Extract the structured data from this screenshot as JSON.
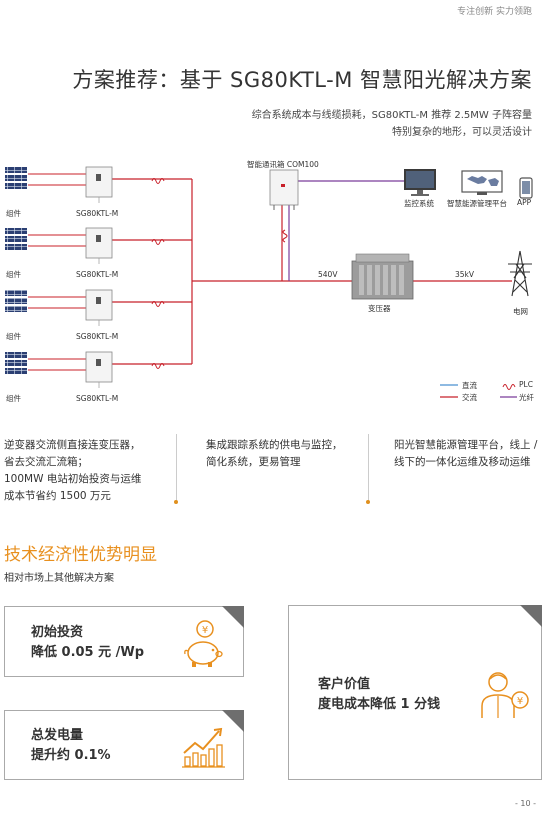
{
  "header": {
    "slogan": "专注创新 实力领跑"
  },
  "title": "方案推荐：基于 SG80KTL-M 智慧阳光解决方案",
  "intro": {
    "line1": "综合系统成本与线缆损耗，SG80KTL-M 推荐 2.5MW 子阵容量",
    "line2": "特别复杂的地形，可以灵活设计"
  },
  "diagram": {
    "module_label": "组件",
    "inverter_label": "SG80KTL-M",
    "comm_box_label": "智能通讯箱 COM100",
    "monitor_label": "监控系统",
    "platform_label": "智慧能源管理平台",
    "app_label": "APP",
    "voltage_low": "540V",
    "voltage_high": "35kV",
    "transformer_label": "变压器",
    "grid_label": "电网",
    "legend": {
      "dc": "直流",
      "ac": "交流",
      "plc": "PLC",
      "fiber": "光纤"
    },
    "colors": {
      "dc": "#4a90d0",
      "ac": "#c8202a",
      "plc": "#c8202a",
      "fiber": "#7a3c9a"
    }
  },
  "points": {
    "p1": [
      "逆变器交流侧直接连变压器，",
      "省去交流汇流箱；",
      "100MW 电站初始投资与运维",
      "成本节省约 1500 万元"
    ],
    "p2": [
      "集成跟踪系统的供电与监控，",
      "简化系统，更易管理"
    ],
    "p3": [
      "阳光智慧能源管理平台，线上 /",
      "线下的一体化运维及移动运维"
    ]
  },
  "section": {
    "title": "技术经济性优势明显",
    "subtitle": "相对市场上其他解决方案"
  },
  "cards": {
    "investment": {
      "line1": "初始投资",
      "line2": "降低 0.05 元 /Wp",
      "icon": "piggy-bank-icon"
    },
    "generation": {
      "line1": "总发电量",
      "line2": "提升约 0.1%",
      "icon": "growth-chart-icon"
    },
    "customer": {
      "line1": "客户价值",
      "line2": "度电成本降低 1 分钱",
      "icon": "person-coin-icon"
    }
  },
  "footer": {
    "page_number": "- 10 -"
  },
  "accent_color": "#e8901f"
}
